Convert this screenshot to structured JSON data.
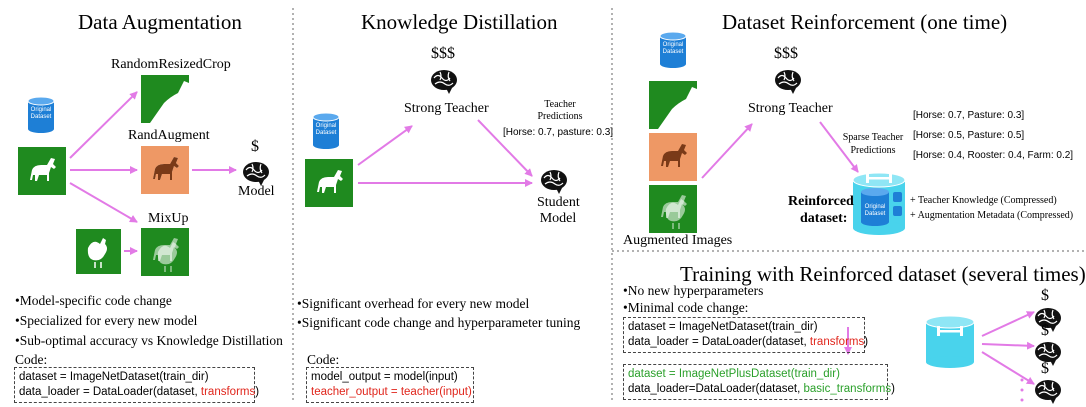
{
  "panels": {
    "augmentation": {
      "title": "Data Augmentation",
      "dataset_label": [
        "Original",
        "Dataset"
      ],
      "aug_labels": [
        "RandomResizedCrop",
        "RandAugment",
        "MixUp"
      ],
      "cost": "$",
      "model_label": "Model",
      "bullets": [
        "•Model-specific code change",
        "•Specialized for every new model",
        "•Sub-optimal accuracy vs Knowledge Distillation"
      ],
      "code_label": "Code:",
      "code": [
        {
          "text": "dataset = ImageNetDataset(train_dir)"
        },
        {
          "prefix": "data_loader = DataLoader(dataset, ",
          "highlight": "transforms",
          "suffix": ")"
        }
      ]
    },
    "distillation": {
      "title": "Knowledge Distillation",
      "dataset_label": [
        "Original",
        "Dataset"
      ],
      "cost": "$$$",
      "teacher_label": "Strong Teacher",
      "predictions_title": [
        "Teacher",
        "Predictions"
      ],
      "predictions_value": "[Horse: 0.7, pasture: 0.3]",
      "student_label": [
        "Student",
        "Model"
      ],
      "bullets": [
        "•Significant overhead for every new model",
        "•Significant code change and hyperparameter tuning"
      ],
      "code_label": "Code:",
      "code": [
        "model_output = model(input)",
        "teacher_output = teacher(input)"
      ]
    },
    "reinforcement": {
      "title": "Dataset Reinforcement (one time)",
      "dataset_label": [
        "Original",
        "Dataset"
      ],
      "cost": "$$$",
      "teacher_label": "Strong Teacher",
      "predictions_title": [
        "Sparse Teacher",
        "Predictions"
      ],
      "predictions": [
        "[Horse: 0.7, Pasture: 0.3]",
        "[Horse: 0.5, Pasture: 0.5]",
        "[Horse: 0.4, Rooster: 0.4, Farm: 0.2]"
      ],
      "augmented_label": "Augmented Images",
      "reinforced_label": [
        "Reinforced",
        "dataset:"
      ],
      "reinforced_db_label": [
        "Original",
        "Dataset"
      ],
      "contents": [
        "+ Teacher Knowledge (Compressed)",
        "+ Augmentation Metadata (Compressed)"
      ]
    },
    "training": {
      "title": "Training with Reinforced dataset (several times)",
      "bullets": [
        "•No new hyperparameters",
        "•Minimal code change:"
      ],
      "code_before": [
        "dataset = ImageNetDataset(train_dir)",
        {
          "prefix": "data_loader = DataLoader(dataset, ",
          "highlight": "transforms",
          "suffix": ")"
        }
      ],
      "code_after": [
        "dataset = ImageNetPlusDataset(train_dir)",
        {
          "prefix": "data_loader=DataLoader(dataset, ",
          "highlight": "basic_transforms",
          "suffix": ")"
        }
      ],
      "cost": "$"
    }
  },
  "colors": {
    "arrow": "#e27ae6",
    "database_blue": "#1e7fd6",
    "reinforced_cyan": "#49d3ec",
    "tile_green": "#1f8a1f",
    "tile_orange": "#ee9865",
    "code_red": "#e0251b",
    "code_green": "#2aa02a"
  },
  "icons": [
    "database-icon",
    "brain-icon",
    "horse-icon",
    "rooster-icon",
    "dumbbell-icon"
  ]
}
